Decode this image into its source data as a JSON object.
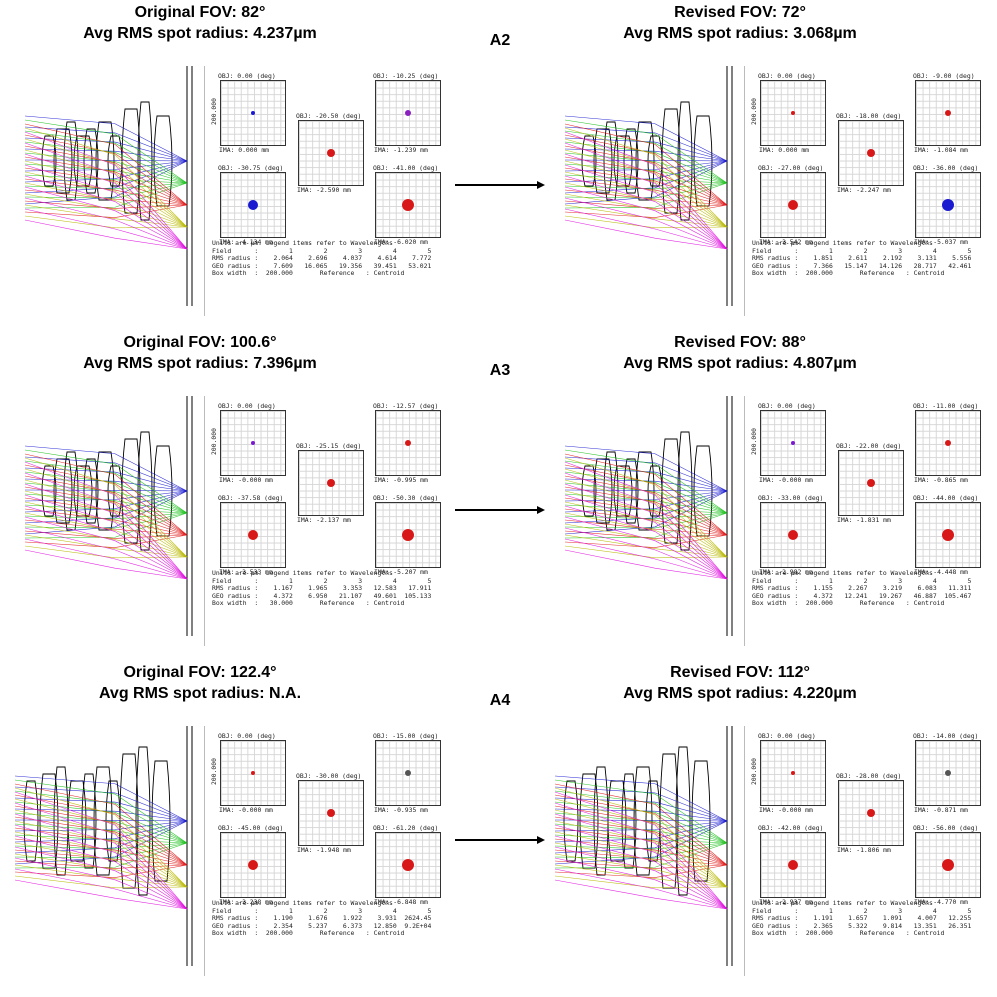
{
  "rows": [
    {
      "tag": "A2",
      "original": {
        "fov": "Original FOV: 82°",
        "rms": "Avg RMS spot radius: 4.237µm",
        "ylabel": "200.000",
        "fields": [
          {
            "obj": "OBJ: 0.00 (deg)",
            "ima": "IMA: 0.000 mm",
            "color": "#1a1ad0"
          },
          {
            "obj": "OBJ: -10.25 (deg)",
            "ima": "IMA: -1.239 mm",
            "color": "#8a20c0"
          },
          {
            "obj": "OBJ: -20.50 (deg)",
            "ima": "IMA: -2.590 mm",
            "color": "#d81818"
          },
          {
            "obj": "OBJ: -30.75 (deg)",
            "ima": "IMA: -4.134 mm",
            "color": "#1a1ad0"
          },
          {
            "obj": "OBJ: -41.00 (deg)",
            "ima": "IMA: -6.020 mm",
            "color": "#d81818"
          }
        ],
        "legend": [
          "Units are µm. Legend items refer to Wavelengths",
          "Field      :        1        2        3        4        5",
          "RMS radius :    2.064    2.696    4.037    4.614    7.772",
          "GEO radius :    7.609   16.065   19.356   39.451   53.021",
          "Box width  :  200.000       Reference   : Centroid"
        ]
      },
      "revised": {
        "fov": "Revised FOV: 72°",
        "rms": "Avg RMS spot radius: 3.068µm",
        "ylabel": "200.000",
        "fields": [
          {
            "obj": "OBJ: 0.00 (deg)",
            "ima": "IMA: 0.000 mm",
            "color": "#d81818"
          },
          {
            "obj": "OBJ: -9.00 (deg)",
            "ima": "IMA: -1.084 mm",
            "color": "#d81818"
          },
          {
            "obj": "OBJ: -18.00 (deg)",
            "ima": "IMA: -2.247 mm",
            "color": "#d81818"
          },
          {
            "obj": "OBJ: -27.00 (deg)",
            "ima": "IMA: -3.542 mm",
            "color": "#d81818"
          },
          {
            "obj": "OBJ: -36.00 (deg)",
            "ima": "IMA: -5.037 mm",
            "color": "#1a1ad0"
          }
        ],
        "legend": [
          "Units are µm. Legend items refer to Wavelengths",
          "Field      :        1        2        3        4        5",
          "RMS radius :    1.851    2.611    2.192    3.131    5.556",
          "GEO radius :    7.366   15.147   14.126   28.717   42.461",
          "Box width  :  200.000       Reference   : Centroid"
        ]
      }
    },
    {
      "tag": "A3",
      "original": {
        "fov": "Original FOV: 100.6°",
        "rms": "Avg RMS spot radius: 7.396µm",
        "ylabel": "200.000",
        "fields": [
          {
            "obj": "OBJ: 0.00 (deg)",
            "ima": "IMA: -0.000 mm",
            "color": "#7a1ad0"
          },
          {
            "obj": "OBJ: -12.57 (deg)",
            "ima": "IMA: -0.995 mm",
            "color": "#d81818"
          },
          {
            "obj": "OBJ: -25.15 (deg)",
            "ima": "IMA: -2.137 mm",
            "color": "#d81818"
          },
          {
            "obj": "OBJ: -37.58 (deg)",
            "ima": "IMA: -3.533 mm",
            "color": "#d81818"
          },
          {
            "obj": "OBJ: -50.30 (deg)",
            "ima": "IMA: -5.207 mm",
            "color": "#d81818"
          }
        ],
        "legend": [
          "Units are µm. Legend items refer to Wavelengths",
          "Field      :        1        2        3        4        5",
          "RMS radius :    1.167    1.965    3.353   12.583   17.911",
          "GEO radius :    4.372    6.950   21.107   49.601  105.133",
          "Box width  :   30.000       Reference   : Centroid"
        ]
      },
      "revised": {
        "fov": "Revised FOV: 88°",
        "rms": "Avg RMS spot radius: 4.807µm",
        "ylabel": "200.000",
        "fields": [
          {
            "obj": "OBJ: 0.00 (deg)",
            "ima": "IMA: -0.000 mm",
            "color": "#7a1ad0"
          },
          {
            "obj": "OBJ: -11.00 (deg)",
            "ima": "IMA: -0.865 mm",
            "color": "#d81818"
          },
          {
            "obj": "OBJ: -22.00 (deg)",
            "ima": "IMA: -1.831 mm",
            "color": "#d81818"
          },
          {
            "obj": "OBJ: -33.00 (deg)",
            "ima": "IMA: -2.982 mm",
            "color": "#d81818"
          },
          {
            "obj": "OBJ: -44.00 (deg)",
            "ima": "IMA: -4.448 mm",
            "color": "#d81818"
          }
        ],
        "legend": [
          "Units are µm. Legend items refer to Wavelengths",
          "Field      :        1        2        3        4        5",
          "RMS radius :    1.155    2.267    3.219    6.083   11.311",
          "GEO radius :    4.372   12.241   19.267   46.887  105.467",
          "Box width  :  200.000       Reference   : Centroid"
        ]
      }
    },
    {
      "tag": "A4",
      "original": {
        "fov": "Original FOV: 122.4°",
        "rms": "Avg RMS spot radius: N.A.",
        "ylabel": "200.000",
        "fields": [
          {
            "obj": "OBJ: 0.00 (deg)",
            "ima": "IMA: -0.000 mm",
            "color": "#d81818"
          },
          {
            "obj": "OBJ: -15.00 (deg)",
            "ima": "IMA: -0.935 mm",
            "color": "#555555"
          },
          {
            "obj": "OBJ: -30.00 (deg)",
            "ima": "IMA: -1.948 mm",
            "color": "#d81818"
          },
          {
            "obj": "OBJ: -45.00 (deg)",
            "ima": "IMA: -3.238 mm",
            "color": "#d81818"
          },
          {
            "obj": "OBJ: -61.20 (deg)",
            "ima": "IMA: -6.848 mm",
            "color": "#d81818"
          }
        ],
        "legend": [
          "Units are µm. Legend items refer to Wavelengths",
          "Field      :        1        2        3        4        5",
          "RMS radius :    1.190    1.676    1.922    3.931  2624.45",
          "GEO radius :    2.354    5.237    6.373   12.850  9.2E+04",
          "Box width  :  200.000       Reference   : Centroid"
        ]
      },
      "revised": {
        "fov": "Revised FOV: 112°",
        "rms": "Avg RMS spot radius: 4.220µm",
        "ylabel": "200.000",
        "fields": [
          {
            "obj": "OBJ: 0.00 (deg)",
            "ima": "IMA: -0.000 mm",
            "color": "#d81818"
          },
          {
            "obj": "OBJ: -14.00 (deg)",
            "ima": "IMA: -0.871 mm",
            "color": "#555555"
          },
          {
            "obj": "OBJ: -28.00 (deg)",
            "ima": "IMA: -1.806 mm",
            "color": "#d81818"
          },
          {
            "obj": "OBJ: -42.00 (deg)",
            "ima": "IMA: -2.937 mm",
            "color": "#d81818"
          },
          {
            "obj": "OBJ: -56.00 (deg)",
            "ima": "IMA: -4.770 mm",
            "color": "#d81818"
          }
        ],
        "legend": [
          "Units are µm. Legend items refer to Wavelengths",
          "Field      :        1        2        3        4        5",
          "RMS radius :    1.191    1.657    1.091    4.007   12.255",
          "GEO radius :    2.365    5.322    9.814   13.351   26.351",
          "Box width  :  200.000       Reference   : Centroid"
        ]
      }
    }
  ],
  "ray_colors": [
    "#1a1ad0",
    "#18c018",
    "#e01818",
    "#b8b800",
    "#e010e0"
  ]
}
